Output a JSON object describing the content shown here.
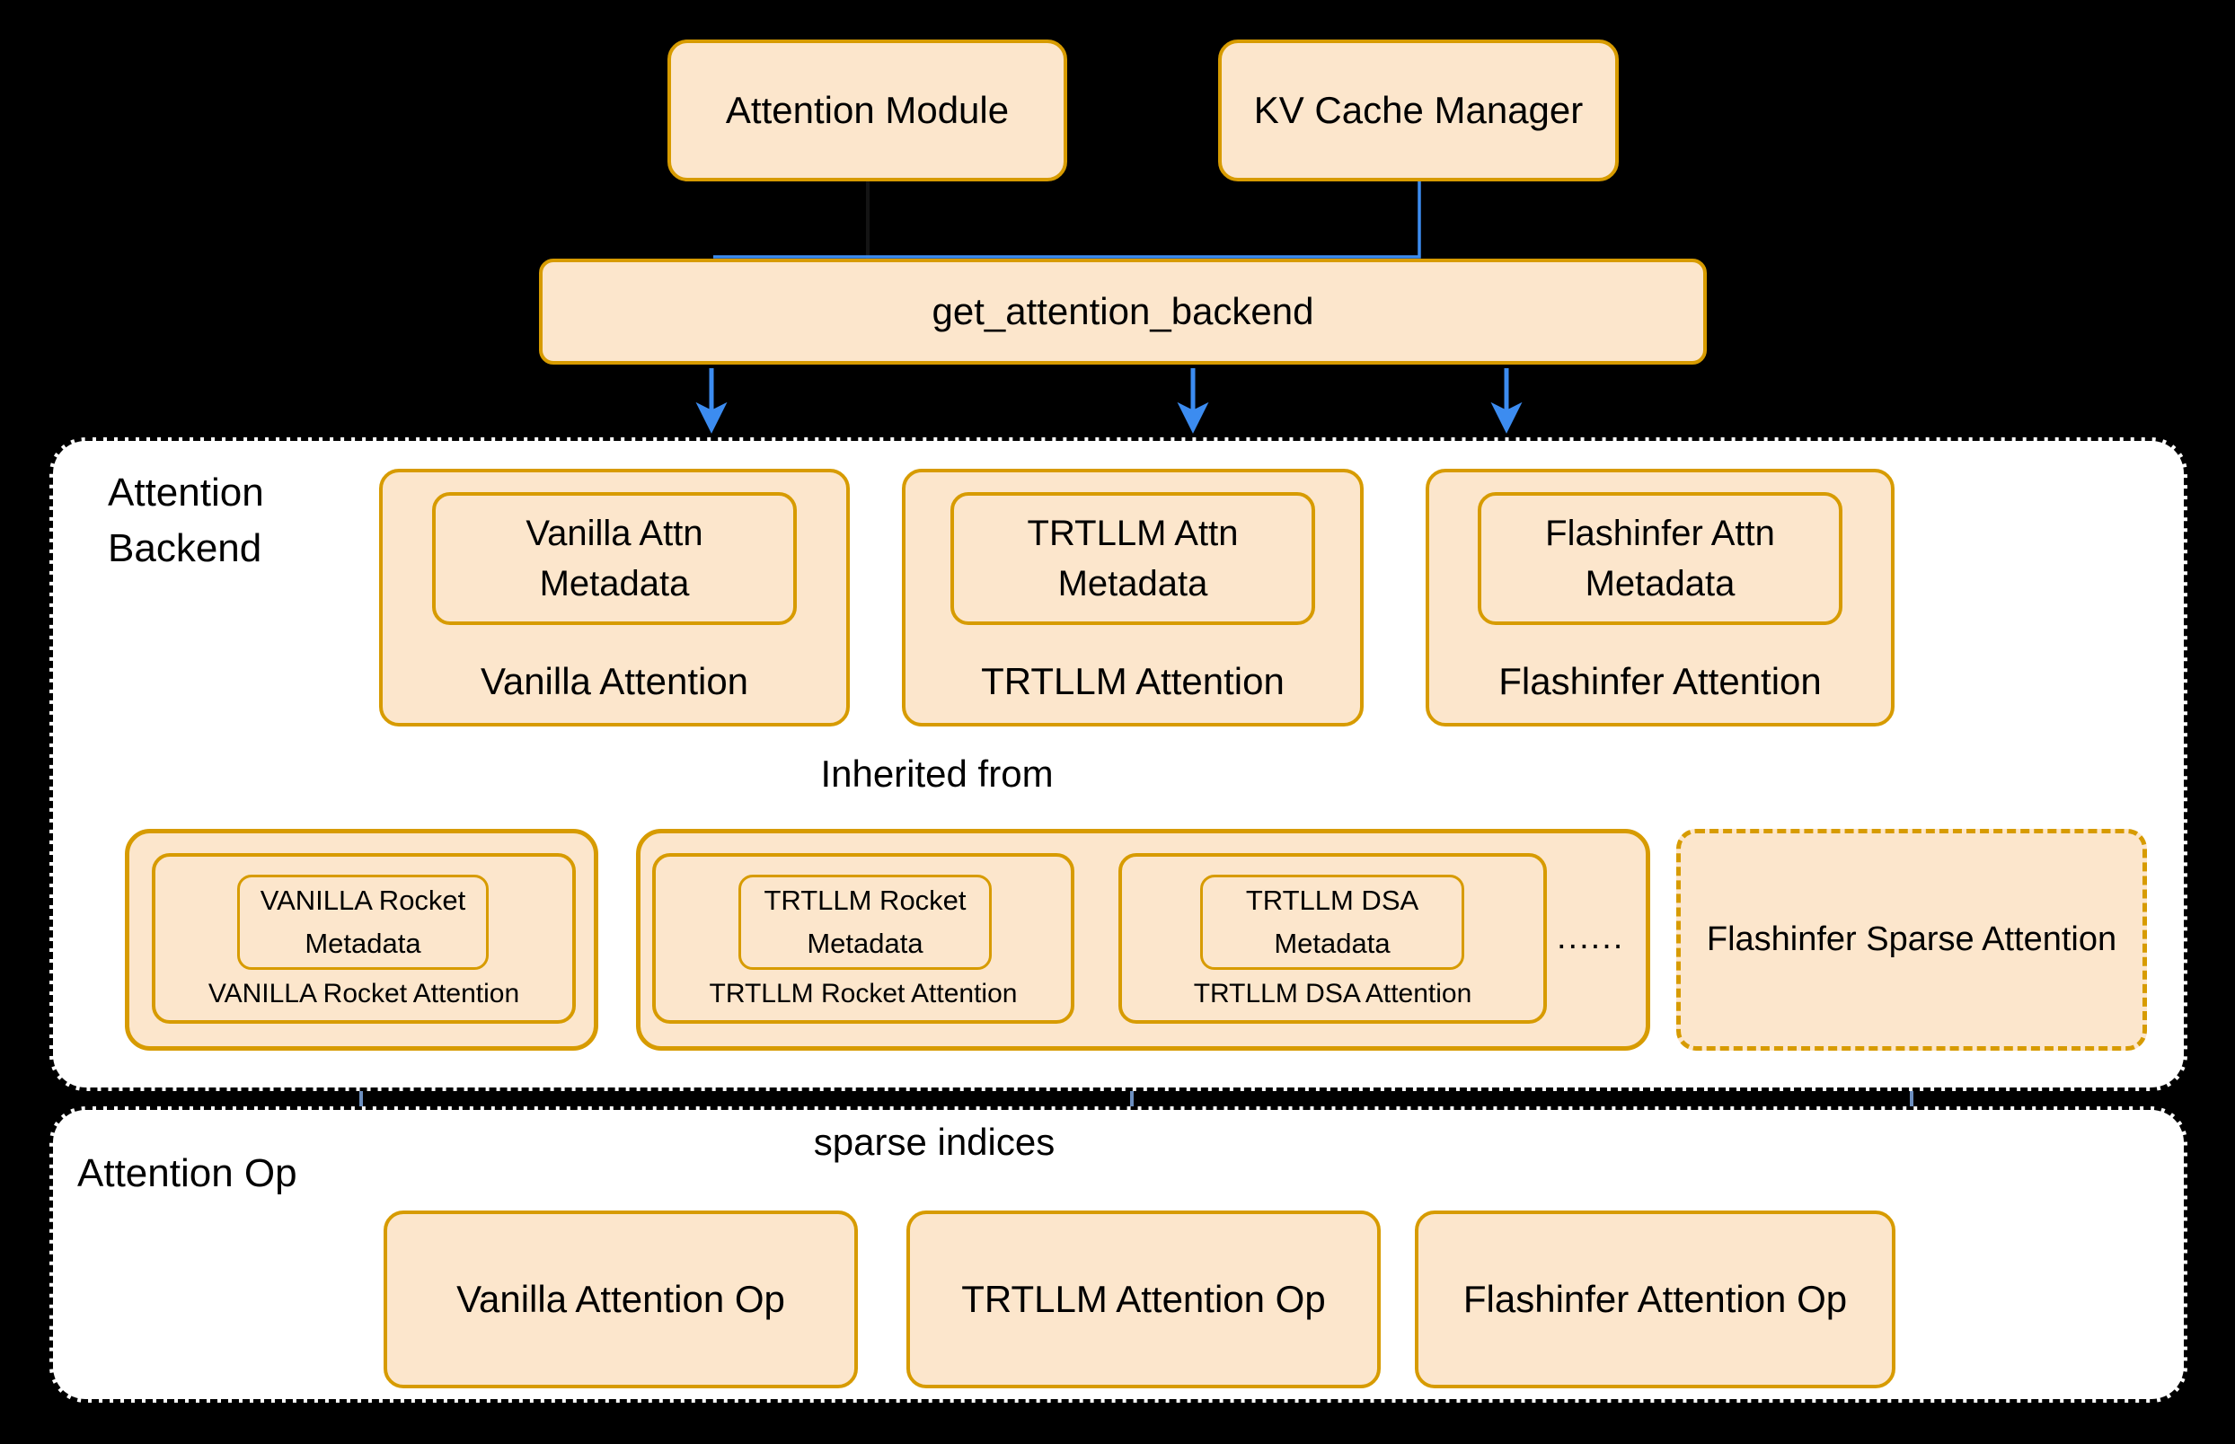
{
  "colors": {
    "background": "#000000",
    "node_fill": "#FCE6CC",
    "node_border": "#D79B00",
    "section_fill": "#FFFFFF",
    "section_border": "#000000",
    "arrow_blue": "#3C8CF0",
    "arrow_red": "#FA6B6B",
    "arrow_steel": "#6C8EBF",
    "text": "#000000"
  },
  "top": {
    "attention_module": "Attention Module",
    "kv_cache_manager": "KV Cache Manager",
    "get_attention_backend": "get_attention_backend"
  },
  "backend_section": {
    "label": "Attention\nBackend",
    "inherited_from": "Inherited from",
    "backends": [
      {
        "metadata": "Vanilla Attn\nMetadata",
        "name": "Vanilla Attention"
      },
      {
        "metadata": "TRTLLM Attn\nMetadata",
        "name": "TRTLLM Attention"
      },
      {
        "metadata": "Flashinfer Attn\nMetadata",
        "name": "Flashinfer Attention"
      }
    ],
    "derived": {
      "vanilla_rocket": {
        "metadata_line1": "VANILLA Rocket",
        "metadata_line2": "Metadata",
        "name": "VANILLA Rocket Attention"
      },
      "trtllm_rocket": {
        "metadata_line1": "TRTLLM Rocket",
        "metadata_line2": "Metadata",
        "name": "TRTLLM Rocket Attention"
      },
      "trtllm_dsa": {
        "metadata_line1": "TRTLLM DSA",
        "metadata_line2": "Metadata",
        "name": "TRTLLM DSA Attention"
      },
      "ellipsis": "......",
      "flashinfer_sparse": "Flashinfer Sparse Attention"
    }
  },
  "op_section": {
    "label": "Attention Op",
    "sparse_indices_label": "sparse indices",
    "ops": [
      "Vanilla Attention Op",
      "TRTLLM Attention Op",
      "Flashinfer Attention Op"
    ]
  }
}
